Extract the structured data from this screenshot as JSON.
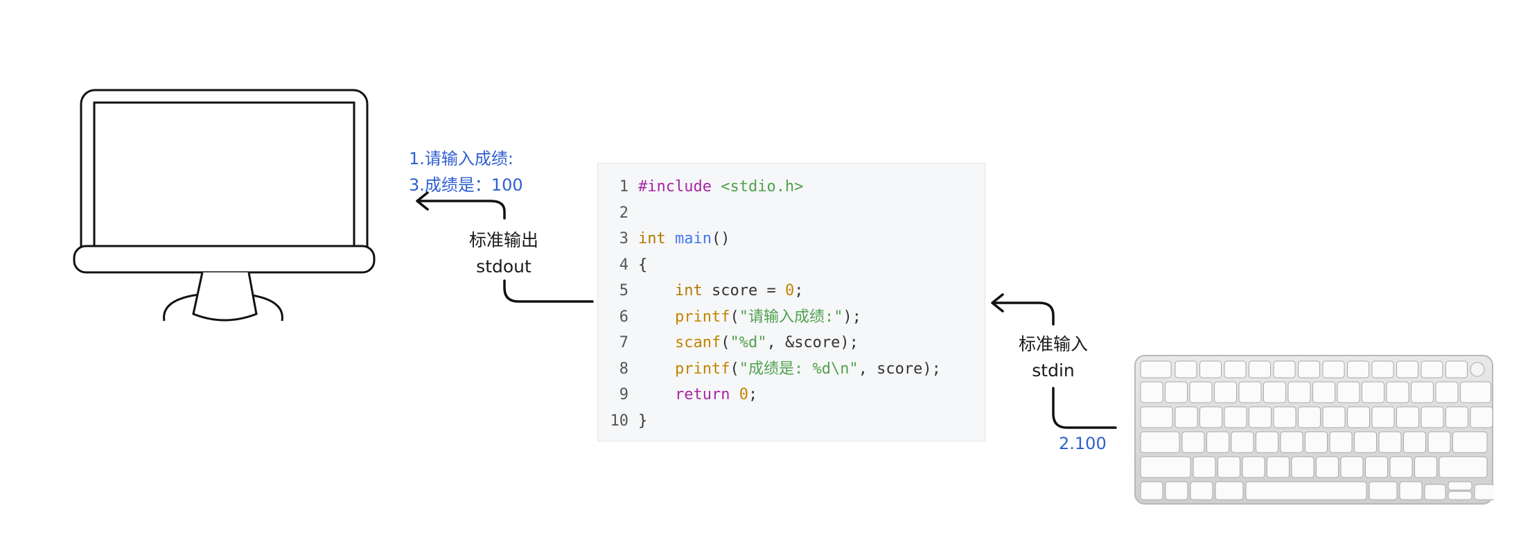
{
  "output_prompt_lines": [
    "1.请输入成绩:",
    "3.成绩是：100"
  ],
  "stdout": {
    "zh": "标准输出",
    "en": "stdout"
  },
  "stdin": {
    "zh": "标准输入",
    "en": "stdin"
  },
  "keypress": "2.100",
  "code": [
    {
      "n": "1",
      "tokens": [
        {
          "t": "#include ",
          "c": "pp"
        },
        {
          "t": "<stdio.h>",
          "c": "inc"
        }
      ]
    },
    {
      "n": "2",
      "tokens": []
    },
    {
      "n": "3",
      "tokens": [
        {
          "t": "int ",
          "c": "type"
        },
        {
          "t": "main",
          "c": "fn"
        },
        {
          "t": "()",
          "c": "plain"
        }
      ]
    },
    {
      "n": "4",
      "tokens": [
        {
          "t": "{",
          "c": "plain"
        }
      ]
    },
    {
      "n": "5",
      "tokens": [
        {
          "t": "    ",
          "c": "plain"
        },
        {
          "t": "int",
          "c": "type"
        },
        {
          "t": " score = ",
          "c": "plain"
        },
        {
          "t": "0",
          "c": "num"
        },
        {
          "t": ";",
          "c": "plain"
        }
      ]
    },
    {
      "n": "6",
      "tokens": [
        {
          "t": "    ",
          "c": "plain"
        },
        {
          "t": "printf",
          "c": "call"
        },
        {
          "t": "(",
          "c": "plain"
        },
        {
          "t": "\"请输入成绩:\"",
          "c": "str"
        },
        {
          "t": ");",
          "c": "plain"
        }
      ]
    },
    {
      "n": "7",
      "tokens": [
        {
          "t": "    ",
          "c": "plain"
        },
        {
          "t": "scanf",
          "c": "call"
        },
        {
          "t": "(",
          "c": "plain"
        },
        {
          "t": "\"%d\"",
          "c": "str"
        },
        {
          "t": ", &score);",
          "c": "plain"
        }
      ]
    },
    {
      "n": "8",
      "tokens": [
        {
          "t": "    ",
          "c": "plain"
        },
        {
          "t": "printf",
          "c": "call"
        },
        {
          "t": "(",
          "c": "plain"
        },
        {
          "t": "\"成绩是: %d\\n\"",
          "c": "str"
        },
        {
          "t": ", score);",
          "c": "plain"
        }
      ]
    },
    {
      "n": "9",
      "tokens": [
        {
          "t": "    ",
          "c": "plain"
        },
        {
          "t": "return",
          "c": "kw"
        },
        {
          "t": " ",
          "c": "plain"
        },
        {
          "t": "0",
          "c": "num"
        },
        {
          "t": ";",
          "c": "plain"
        }
      ]
    },
    {
      "n": "10",
      "tokens": [
        {
          "t": "}",
          "c": "plain"
        }
      ]
    }
  ],
  "icons": {
    "display": "monitor-icon",
    "input_device": "keyboard-icon"
  },
  "colors": {
    "annotation": "#2f5fd0",
    "code_bg": "#f6f7f8",
    "arrow": "#111111"
  }
}
